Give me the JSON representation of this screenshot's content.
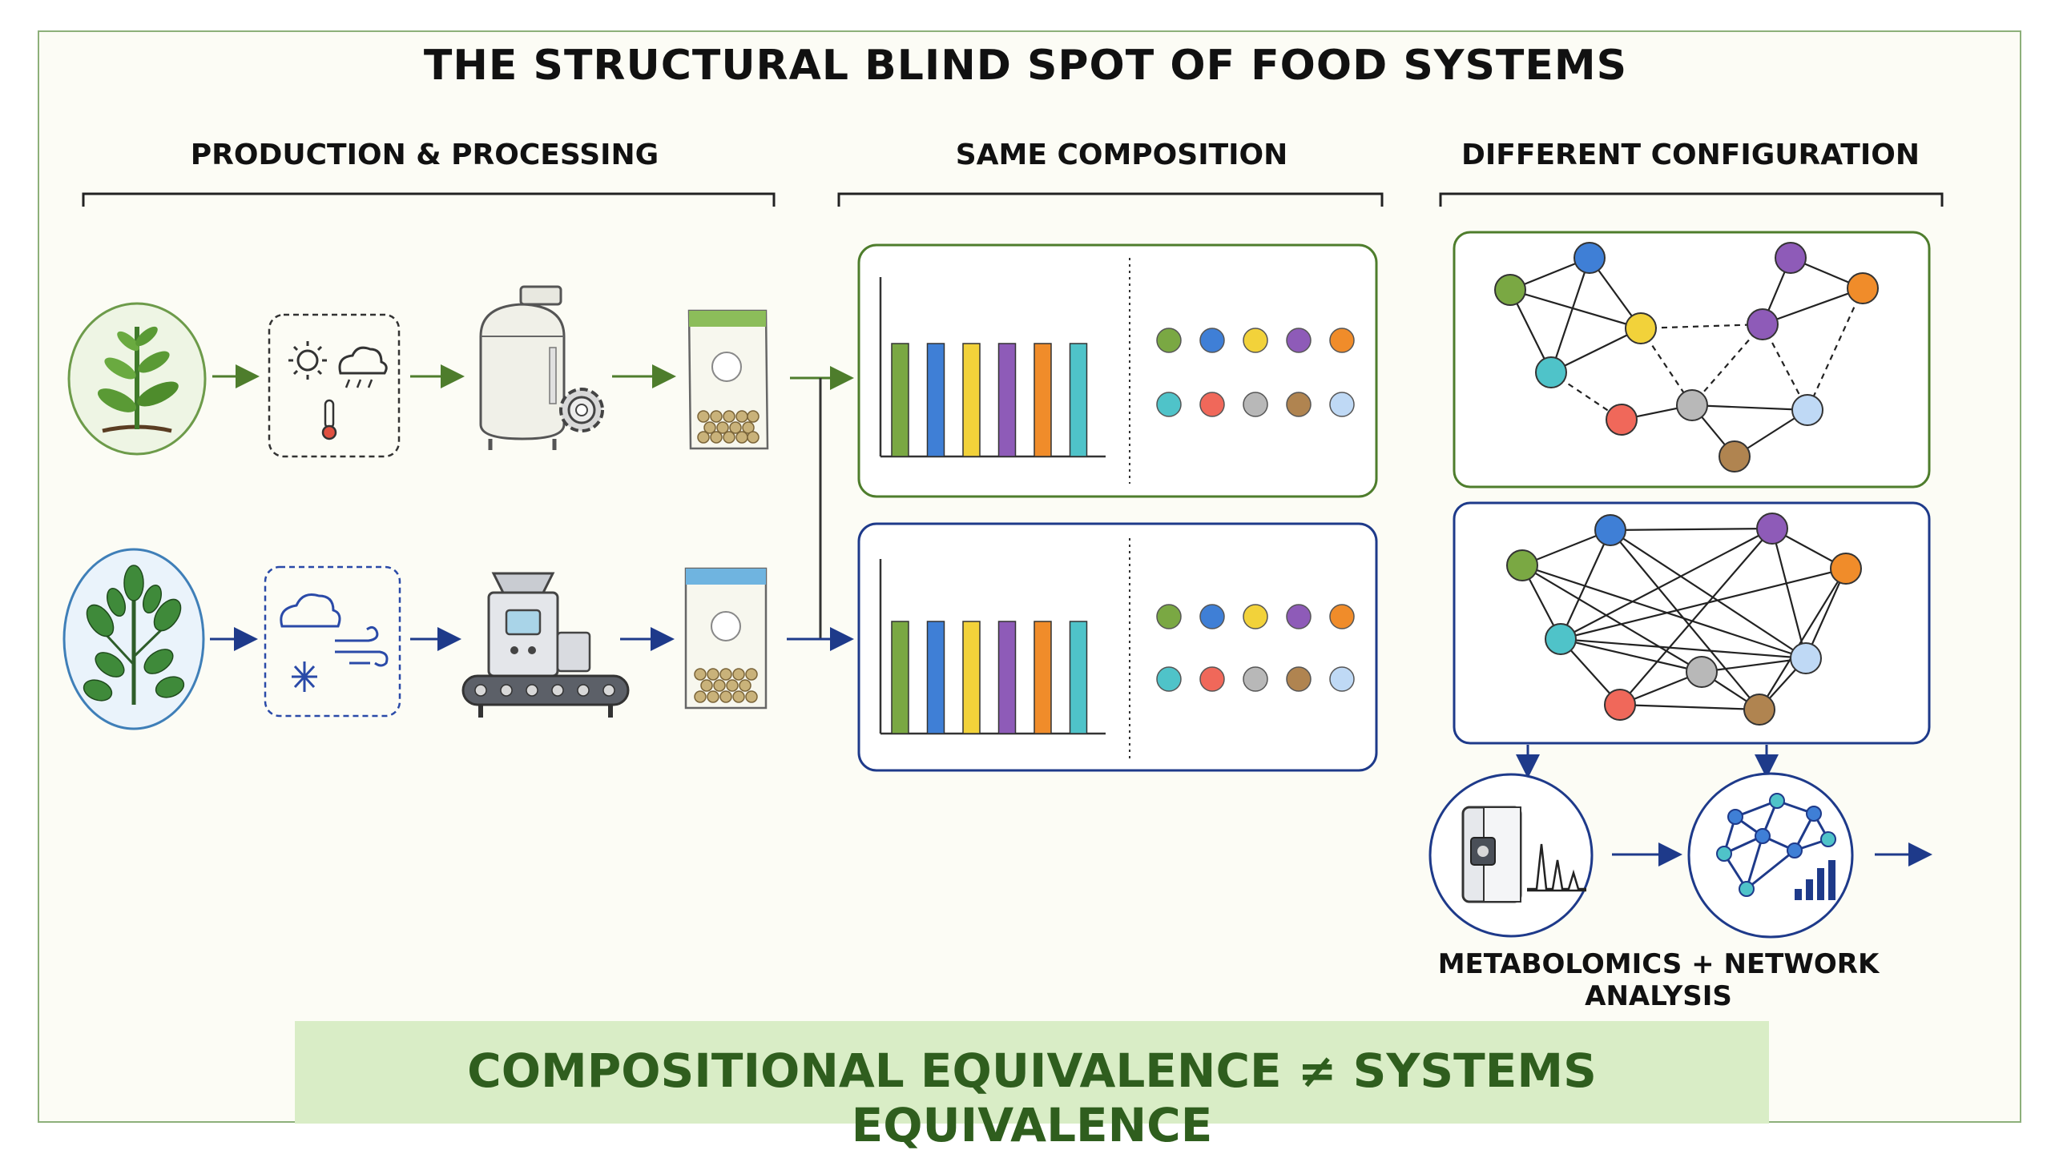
{
  "title": "THE STRUCTURAL BLIND SPOT OF FOOD SYSTEMS",
  "sections": {
    "production": "PRODUCTION & PROCESSING",
    "composition": "SAME COMPOSITION",
    "configuration": "DIFFERENT CONFIGURATION"
  },
  "caption": "METABOLOMICS + NETWORK ANALYSIS",
  "banner": "COMPOSITIONAL EQUIVALENCE  ≠  SYSTEMS EQUIVALENCE",
  "colors": {
    "green_accent": "#4e7d2c",
    "blue_accent": "#1e3a8a",
    "banner_bg": "#d9edc6",
    "banner_text": "#2f5e1e",
    "frame_border": "#8db07a"
  },
  "composition_bars": [
    "#7aa843",
    "#3f7fd6",
    "#f2d23a",
    "#8e5bb8",
    "#f08c2a",
    "#4fc3c9"
  ],
  "metabolite_dots": [
    [
      "#7aa843",
      "#3f7fd6",
      "#f2d23a",
      "#8e5bb8",
      "#f08c2a"
    ],
    [
      "#4fc3c9",
      "#f0685a",
      "#b8b8b8",
      "#b08450",
      "#bfd9f5"
    ]
  ],
  "icons": {
    "row1": [
      "seedling-icon",
      "sun-cloud-thermometer-icon",
      "tank-gear-icon",
      "food-package-icon"
    ],
    "row2": [
      "plant-icon",
      "cloud-snow-wind-icon",
      "conveyor-machine-icon",
      "food-package-icon"
    ],
    "analysis": [
      "mass-spectrometer-icon",
      "network-chart-icon"
    ]
  }
}
